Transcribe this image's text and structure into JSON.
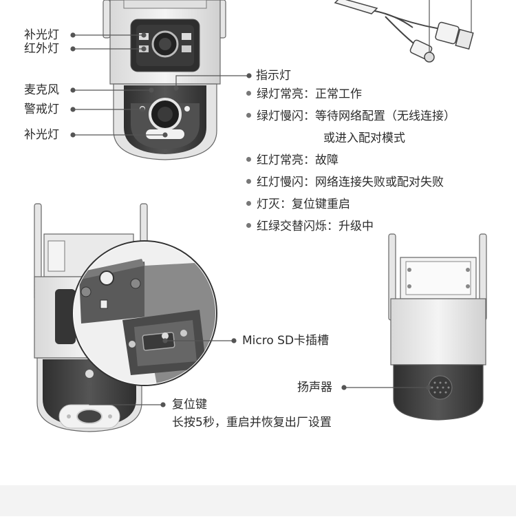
{
  "cam1": {
    "fill_light_top": "补光灯",
    "ir_light": "红外灯",
    "microphone": "麦克风",
    "alarm_light": "警戒灯",
    "fill_light_bottom": "补光灯"
  },
  "indicator": {
    "title": "指示灯",
    "items": [
      "绿灯常亮：正常工作",
      "绿灯慢闪：等待网络配置（无线连接）",
      "或进入配对模式",
      "红灯常亮：故障",
      "红灯慢闪：网络连接失败或配对失败",
      "灯灭：复位键重启",
      "红绿交替闪烁：升级中"
    ]
  },
  "cam2": {
    "sd_slot": "Micro SD卡插槽",
    "reset_title": "复位键",
    "reset_desc": "长按5秒，重启并恢复出厂设置"
  },
  "cam3": {
    "speaker": "扬声器"
  },
  "colors": {
    "line": "#555555",
    "body": "#e9e9e9",
    "dark": "#3f3f3f",
    "accent": "#777777"
  }
}
